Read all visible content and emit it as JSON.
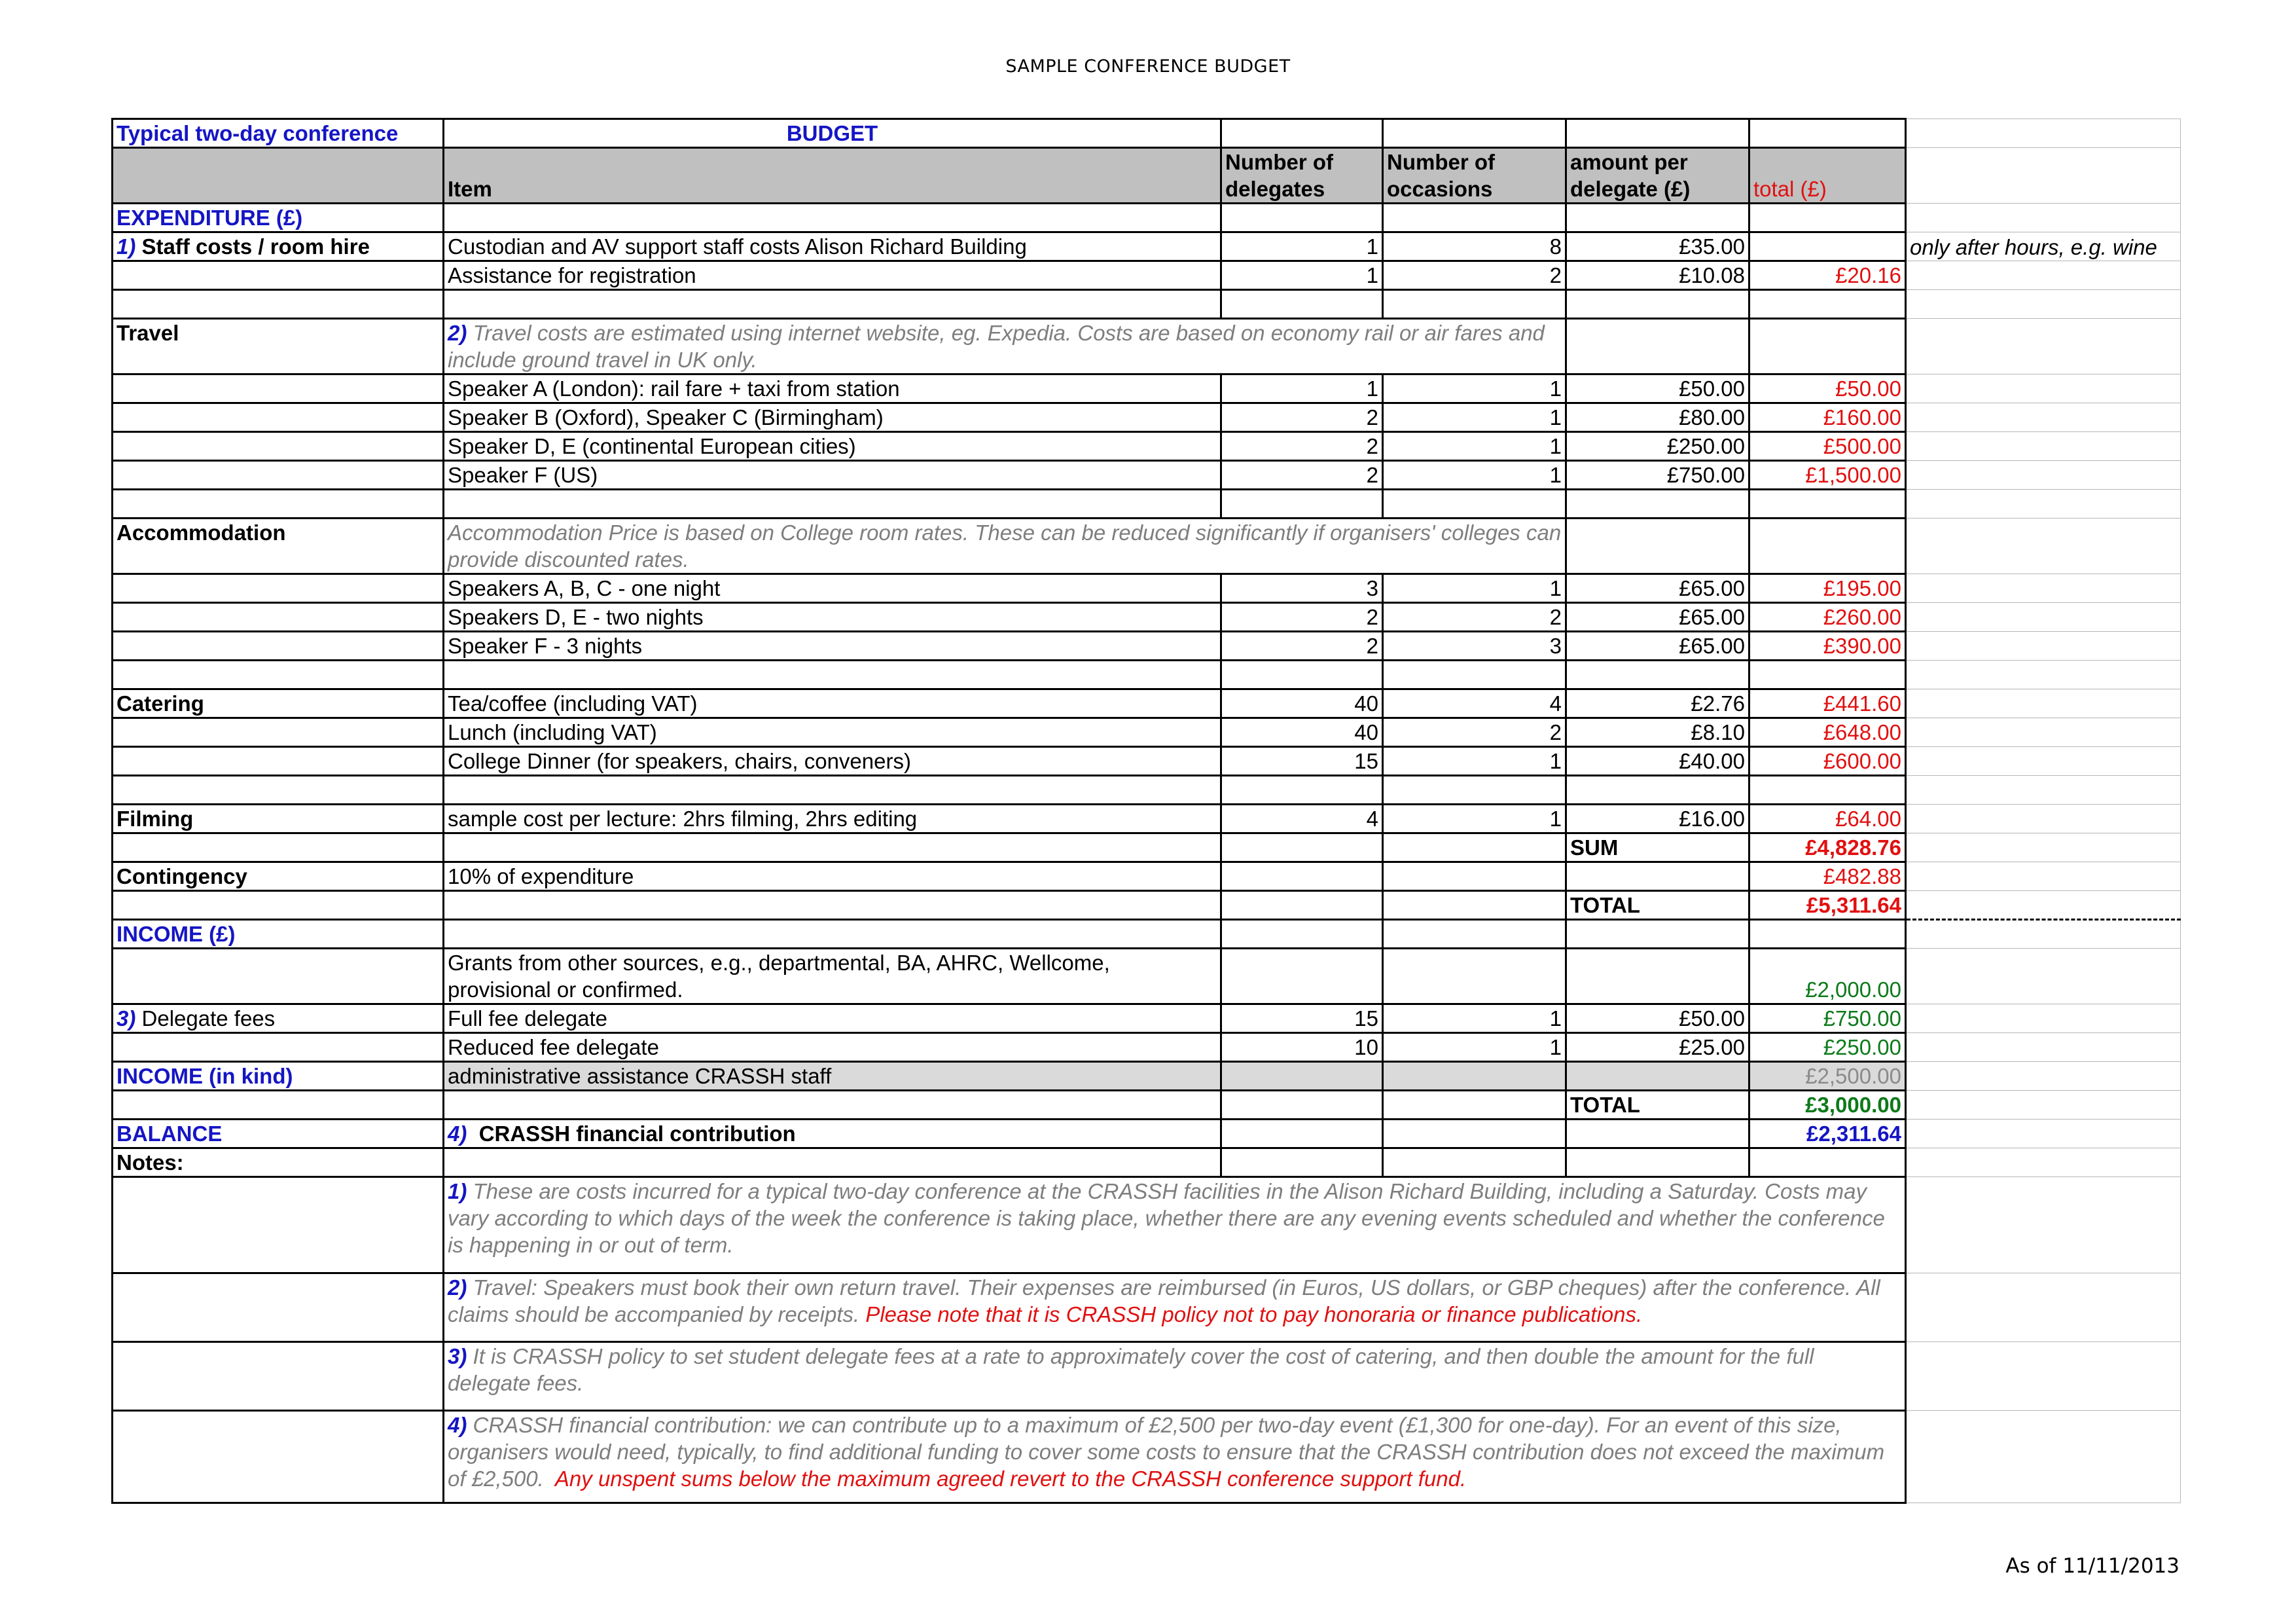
{
  "page_title": "SAMPLE CONFERENCE BUDGET",
  "footer_date": "As of 11/11/2013",
  "header": {
    "typical": "Typical two-day conference",
    "budget": "BUDGET",
    "item": "Item",
    "num_delegates": "Number of delegates",
    "num_occasions": "Number of occasions",
    "amount_per": "amount per delegate (£)",
    "total": "total (£)"
  },
  "expenditure_label": "EXPENDITURE (£)",
  "staff": {
    "num": "1)",
    "label": "Staff costs / room hire",
    "rows": [
      {
        "item": "Custodian and AV support staff costs Alison Richard Building",
        "delegates": "1",
        "occasions": "8",
        "amount": "£35.00",
        "total": "",
        "note": "only after hours, e.g. wine"
      },
      {
        "item": "Assistance for registration",
        "delegates": "1",
        "occasions": "2",
        "amount": "£10.08",
        "total": "£20.16",
        "note": ""
      }
    ]
  },
  "travel": {
    "label": "Travel",
    "note_num": "2)",
    "note": "Travel costs are estimated using internet website, eg. Expedia. Costs are based on economy rail or air fares and include ground travel in UK only.",
    "rows": [
      {
        "item": "Speaker A (London): rail fare + taxi from station",
        "delegates": "1",
        "occasions": "1",
        "amount": "£50.00",
        "total": "£50.00"
      },
      {
        "item": "Speaker B (Oxford), Speaker C (Birmingham)",
        "delegates": "2",
        "occasions": "1",
        "amount": "£80.00",
        "total": "£160.00"
      },
      {
        "item": "Speaker D, E (continental European cities)",
        "delegates": "2",
        "occasions": "1",
        "amount": "£250.00",
        "total": "£500.00"
      },
      {
        "item": "Speaker F (US)",
        "delegates": "2",
        "occasions": "1",
        "amount": "£750.00",
        "total": "£1,500.00"
      }
    ]
  },
  "accommodation": {
    "label": "Accommodation",
    "note": "Accommodation Price is based on College room rates.  These can be reduced significantly  if organisers' colleges can provide discounted rates.",
    "rows": [
      {
        "item": "Speakers A, B, C -  one night",
        "delegates": "3",
        "occasions": "1",
        "amount": "£65.00",
        "total": "£195.00"
      },
      {
        "item": "Speakers D, E - two nights",
        "delegates": "2",
        "occasions": "2",
        "amount": "£65.00",
        "total": "£260.00"
      },
      {
        "item": "Speaker F - 3 nights",
        "delegates": "2",
        "occasions": "3",
        "amount": "£65.00",
        "total": "£390.00"
      }
    ]
  },
  "catering": {
    "label": "Catering",
    "rows": [
      {
        "item": "Tea/coffee (including VAT)",
        "delegates": "40",
        "occasions": "4",
        "amount": "£2.76",
        "total": "£441.60"
      },
      {
        "item": "Lunch (including VAT)",
        "delegates": "40",
        "occasions": "2",
        "amount": "£8.10",
        "total": "£648.00"
      },
      {
        "item": "College Dinner (for speakers, chairs, conveners)",
        "delegates": "15",
        "occasions": "1",
        "amount": "£40.00",
        "total": "£600.00"
      }
    ]
  },
  "filming": {
    "label": "Filming",
    "item": "sample cost per lecture: 2hrs filming, 2hrs editing",
    "delegates": "4",
    "occasions": "1",
    "amount": "£16.00",
    "total": "£64.00"
  },
  "sum": {
    "label": "SUM",
    "value": "£4,828.76"
  },
  "contingency": {
    "label": "Contingency",
    "item": "10% of expenditure",
    "total": "£482.88"
  },
  "exp_total": {
    "label": "TOTAL",
    "value": "£5,311.64"
  },
  "income_label": "INCOME (£)",
  "grants": {
    "item": "Grants from other sources, e.g., departmental, BA, AHRC, Wellcome, provisional or confirmed.",
    "total": "£2,000.00"
  },
  "fees": {
    "num": "3)",
    "label": "Delegate fees",
    "rows": [
      {
        "item": "Full fee delegate",
        "delegates": "15",
        "occasions": "1",
        "amount": "£50.00",
        "total": "£750.00"
      },
      {
        "item": "Reduced fee delegate",
        "delegates": "10",
        "occasions": "1",
        "amount": "£25.00",
        "total": "£250.00"
      }
    ]
  },
  "inkind": {
    "label": "INCOME (in kind)",
    "item": "administrative assistance CRASSH staff",
    "total": "£2,500.00"
  },
  "inc_total": {
    "label": "TOTAL",
    "value": "£3,000.00"
  },
  "balance": {
    "label": "BALANCE",
    "num": "4)",
    "item": "CRASSH financial contribution",
    "value": "£2,311.64"
  },
  "notes_label": "Notes:",
  "notes": [
    {
      "num": "1)",
      "text": "These are costs incurred for a typical two-day conference at the CRASSH facilities in the Alison Richard Building, including a Saturday. Costs may vary according to which days of the week the conference is taking place, whether there are any evening events scheduled and whether the conference is happening in or out of term.",
      "red": ""
    },
    {
      "num": "2)",
      "text": "Travel: Speakers must book their own return travel. Their expenses are reimbursed (in Euros, US dollars, or GBP cheques) after the conference. All claims should be accompanied by receipts.",
      "red": "Please note that it is CRASSH policy not to pay  honoraria or finance publications."
    },
    {
      "num": "3)",
      "text": "It is CRASSH policy to set student delegate fees at a rate to approximately cover the cost of catering, and then double the amount for the full delegate fees.",
      "red": ""
    },
    {
      "num": "4)",
      "text": "CRASSH financial contribution:  we can contribute up to a maximum of £2,500 per two-day event (£1,300 for one-day).  For an event of this size, organisers would need, typically, to find additional funding to cover some  costs to ensure that the CRASSH contribution does not exceed the maximum of £2,500.",
      "red": "Any unspent sums below the maximum agreed revert to the CRASSH conference support fund."
    }
  ]
}
